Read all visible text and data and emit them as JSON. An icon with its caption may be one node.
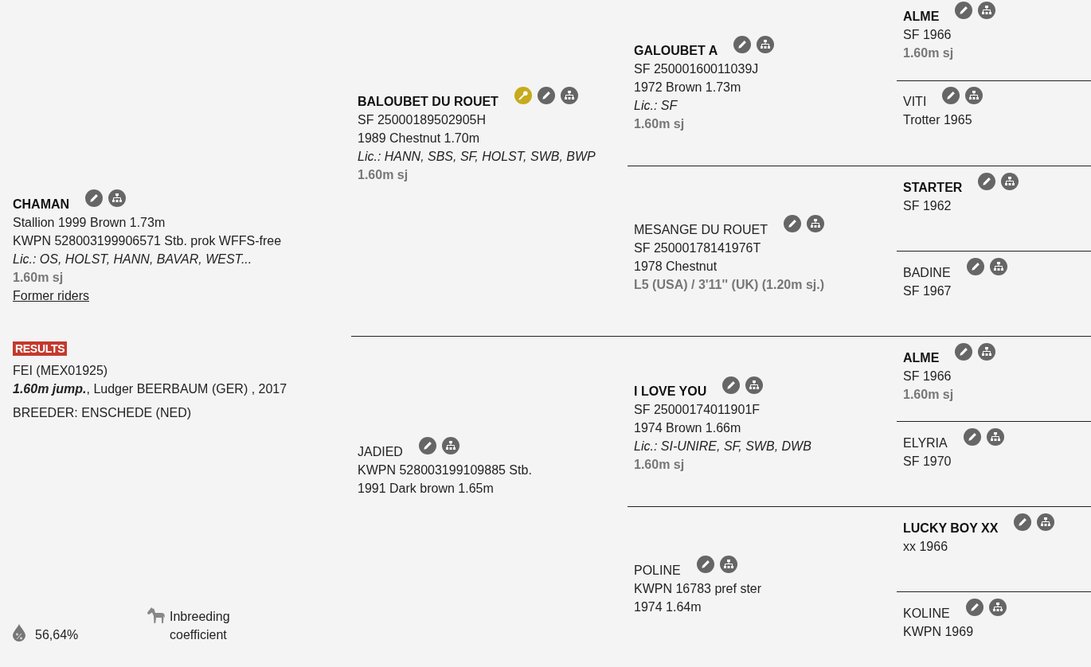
{
  "diagram": {
    "nodes": [
      {
        "text": [
          "CHAMAN",
          "Stallion 1999 Brown 1.73m",
          "KWPN 528003199906571 Stb. prok WFFS-free",
          "Lic.: OS, HOLST, HANN, BAVAR, WEST...",
          "1.60m sj",
          "Former riders"
        ]
      },
      {
        "text": [
          "BALOUBET DU ROUET",
          "SF 25000189502905H",
          "1989 Chestnut 1.70m",
          "Lic.: HANN, SBS, SF, HOLST, SWB, BWP",
          "1.60m sj"
        ]
      },
      {
        "text": [
          "GALOUBET A",
          "SF 25000160011039J",
          "1972 Brown 1.73m",
          "Lic.: SF",
          "1.60m sj"
        ]
      },
      {
        "text": [
          "ALME",
          "SF 1966",
          "1.60m sj"
        ]
      },
      {
        "text": [
          "VITI",
          "Trotter 1965"
        ]
      },
      {
        "text": [
          "MESANGE DU ROUET",
          "SF 25000178141976T",
          "1978 Chestnut",
          "L5 (USA) / 3'11'' (UK) (1.20m sj.)"
        ]
      },
      {
        "text": [
          "STARTER",
          "SF 1962"
        ]
      },
      {
        "text": [
          "BADINE",
          "SF 1967"
        ]
      },
      {
        "text": [
          "JADIED",
          "KWPN 528003199109885 Stb.",
          "1991 Dark brown 1.65m"
        ]
      },
      {
        "text": [
          "I LOVE YOU",
          "SF 25000174011901F",
          "1974 Brown 1.66m",
          "Lic.: SI-UNIRE, SF, SWB, DWB",
          "1.60m sj"
        ]
      },
      {
        "text": [
          "ALME",
          "SF 1966",
          "1.60m sj"
        ]
      },
      {
        "text": [
          "ELYRIA",
          "SF 1970"
        ]
      },
      {
        "text": [
          "POLINE",
          "KWPN 16783 pref ster",
          "1974 1.64m"
        ]
      },
      {
        "text": [
          "LUCKY BOY XX",
          "xx 1966"
        ]
      },
      {
        "text": [
          "KOLINE",
          "KWPN 1969"
        ]
      }
    ],
    "labels": [
      "RESULTS",
      "FEI (MEX01925)",
      "**1.60m jump.**, Ludger BEERBAUM (GER) , 2017",
      "BREEDER: ENSCHEDE (NED)",
      "56,64%",
      "Inbreeding coefficient"
    ]
  }
}
